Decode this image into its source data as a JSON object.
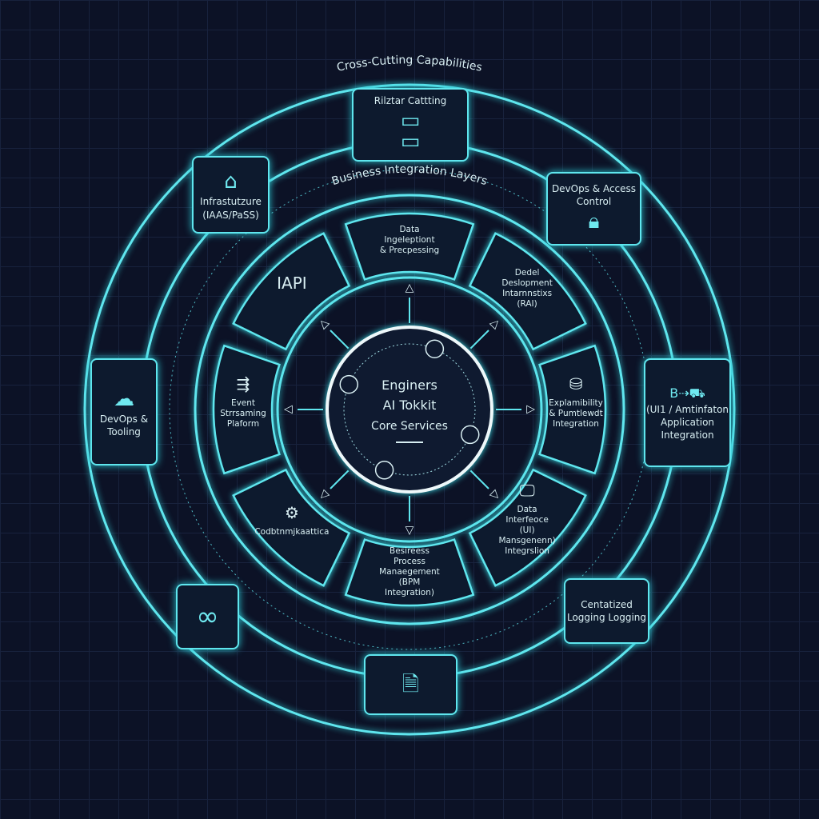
{
  "titles": {
    "outer_ring": "Cross-Cutting Capabilities",
    "middle_ring": "Business Integration Layers"
  },
  "core": {
    "line1": "Enginers",
    "line2": "AI Tokkit",
    "line3": "Core Services"
  },
  "outer_boxes": [
    {
      "id": "top",
      "label": "Rilztar Cattting",
      "icon": "server-rack-icon"
    },
    {
      "id": "infra",
      "label": "Infrastutzure (IAAS/PaSS)",
      "icon": "building-icon"
    },
    {
      "id": "devops-access",
      "label": "DevOps & Access Control",
      "icon": "lock-icon"
    },
    {
      "id": "devops-tooling",
      "label": "DevOps & Tooling",
      "icon": "cloud-icon"
    },
    {
      "id": "app-integration",
      "label": "(UI1 / Amtinfaton Application Integration",
      "icon": "truck-icon"
    },
    {
      "id": "infinity",
      "label": "",
      "icon": "infinity-icon"
    },
    {
      "id": "logging",
      "label": "Centatized Logging Logging",
      "icon": ""
    },
    {
      "id": "document",
      "label": "",
      "icon": "document-icon"
    }
  ],
  "segments": [
    {
      "label": "Data Ingeleptiont & Precpessing",
      "icon": ""
    },
    {
      "label": "Dedel Deslopment Intarnnstixs (RAI)",
      "icon": ""
    },
    {
      "label": "Explamibility & Pumtlewdt Integration",
      "icon": "database-icon"
    },
    {
      "label": "Data Interfeoce (UI) Mansgenenn) Integrslion",
      "icon": "monitor-icon"
    },
    {
      "label": "Besireess Process Manaegement (BPM Integration)",
      "icon": ""
    },
    {
      "label": "Codbtnmjkaattica",
      "icon": "gear-icon"
    },
    {
      "label": "Event Strrsaming Plaform",
      "icon": "stream-icon"
    },
    {
      "label": "",
      "icon": "api-icon",
      "icon_text": "IAPI"
    }
  ],
  "colors": {
    "accent": "#5fe6ee",
    "background": "#0c1226",
    "core_ring": "#e8f6f8"
  }
}
